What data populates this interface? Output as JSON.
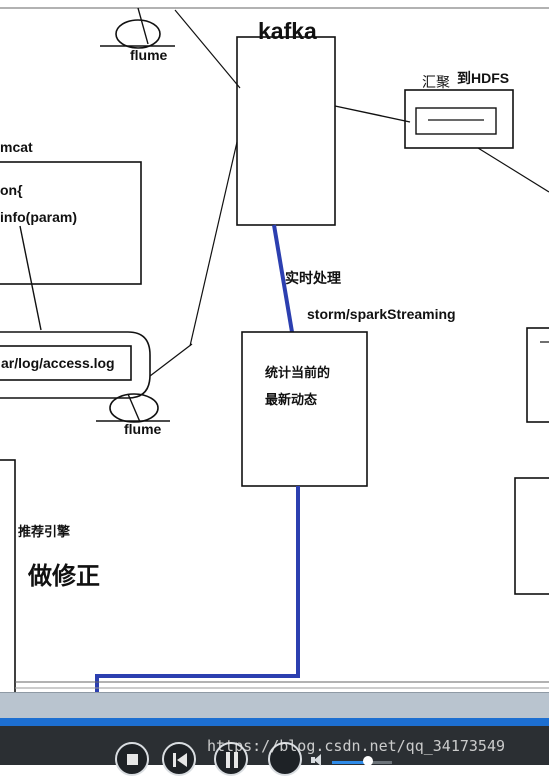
{
  "diagram": {
    "kafka_label": "kafka",
    "flume_top_label": "flume",
    "flume_bottom_label": "flume",
    "tomcat_label": "mcat",
    "tomcat_code_line1": "on{",
    "tomcat_code_line2": "info(param)",
    "log_path_label": "ar/log/access.log",
    "hdfs_label_cn": "汇聚",
    "hdfs_label_en": "到HDFS",
    "realtime_label": "实时处理",
    "storm_label": "storm/sparkStreaming",
    "stats_line1": "统计当前的",
    "stats_line2": "最新动态",
    "recommend_label": "推荐引擎",
    "correct_label": "做修正"
  },
  "player": {
    "volume_level": 0.6,
    "watermark": "https://blog.csdn.net/qq_34173549"
  },
  "colors": {
    "blue_line": "#2c3fb0",
    "progress": "#1d6fd1",
    "player_bg": "#2b2f33"
  }
}
